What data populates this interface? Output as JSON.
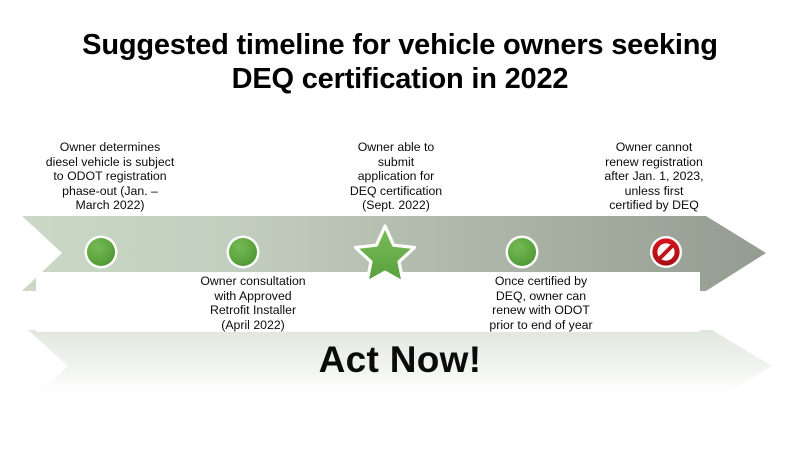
{
  "title": {
    "line1": "Suggested timeline for vehicle owners seeking",
    "line2": "DEQ certification in 2022"
  },
  "timeline": {
    "milestones": [
      {
        "id": "milestone-1",
        "position": "above",
        "marker": "green-circle-marker",
        "text": "Owner determines\ndiesel vehicle is subject\nto ODOT registration\nphase-out (Jan. –\nMarch 2022)"
      },
      {
        "id": "milestone-2",
        "position": "below",
        "marker": "green-circle-marker",
        "text": "Owner consultation\nwith Approved\nRetrofit Installer\n(April 2022)"
      },
      {
        "id": "milestone-3",
        "position": "above",
        "marker": "green-star-marker",
        "text": "Owner able to\nsubmit\napplication for\nDEQ certification\n(Sept. 2022)"
      },
      {
        "id": "milestone-4",
        "position": "below",
        "marker": "green-circle-marker",
        "text": "Once certified by\nDEQ, owner can\nrenew with ODOT\nprior to end of year"
      },
      {
        "id": "milestone-5",
        "position": "above",
        "marker": "prohibition-sign-marker",
        "text": "Owner cannot\nrenew registration\nafter Jan. 1, 2023,\nunless first\ncertified by DEQ"
      }
    ]
  },
  "banner": {
    "call_to_action": "Act Now!"
  },
  "colors": {
    "arrow_start": "#c5d3c0",
    "arrow_end": "#9aa396",
    "marker_green": "#5fa841",
    "marker_green_dark": "#4e9036",
    "prohibition_red": "#c2121a",
    "background": "#ffffff",
    "text": "#0a0a0a"
  }
}
